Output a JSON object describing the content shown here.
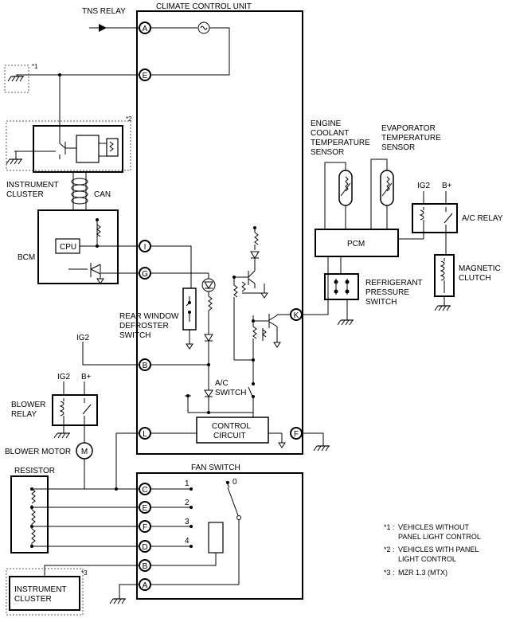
{
  "labels": {
    "tns_relay": "TNS RELAY",
    "climate_control_unit": "CLIMATE CONTROL UNIT",
    "instrument_cluster_1": "INSTRUMENT",
    "instrument_cluster_2": "CLUSTER",
    "can": "CAN",
    "bcm": "BCM",
    "cpu": "CPU",
    "rear_window_1": "REAR WINDOW",
    "rear_window_2": "DEFROSTER",
    "rear_window_3": "SWITCH",
    "ig2_b": "IG2",
    "ac_switch_1": "A/C",
    "ac_switch_2": "SWITCH",
    "control_circuit_1": "CONTROL",
    "control_circuit_2": "CIRCUIT",
    "ig2_blower": "IG2",
    "bplus_blower": "B+",
    "blower_relay_1": "BLOWER",
    "blower_relay_2": "RELAY",
    "blower_motor": "BLOWER MOTOR",
    "motor_m": "M",
    "resistor": "RESISTOR",
    "fan_switch": "FAN SWITCH",
    "engine_coolant_1": "ENGINE",
    "engine_coolant_2": "COOLANT",
    "engine_coolant_3": "TEMPERATURE",
    "engine_coolant_4": "SENSOR",
    "evaporator_1": "EVAPORATOR",
    "evaporator_2": "TEMPERATURE",
    "evaporator_3": "SENSOR",
    "ig2_ac": "IG2",
    "bplus_ac": "B+",
    "ac_relay": "A/C RELAY",
    "pcm": "PCM",
    "magnetic_1": "MAGNETIC",
    "magnetic_2": "CLUTCH",
    "refrigerant_1": "REFRIGERANT",
    "refrigerant_2": "PRESSURE",
    "refrigerant_3": "SWITCH",
    "instr_cluster_3a": "INSTRUMENT",
    "instr_cluster_3b": "CLUSTER",
    "fan_pos_0": "0",
    "fan_pos_1": "1",
    "fan_pos_2": "2",
    "fan_pos_3": "3",
    "fan_pos_4": "4"
  },
  "pins": {
    "A": "A",
    "E": "E",
    "I": "I",
    "G": "G",
    "B": "B",
    "L": "L",
    "K": "K",
    "F": "F",
    "fs_C": "C",
    "fs_E": "E",
    "fs_F": "F",
    "fs_D": "D",
    "fs_B": "B",
    "fs_A": "A"
  },
  "notes": {
    "mark1": "*1",
    "mark2": "*2",
    "mark3": "*3",
    "note1_mark": "*1 :",
    "note1_line1": "VEHICLES WITHOUT",
    "note1_line2": "PANEL LIGHT CONTROL",
    "note2_mark": "*2 :",
    "note2_line1": "VEHICLES WITH PANEL",
    "note2_line2": "LIGHT CONTROL",
    "note3_mark": "*3 :",
    "note3_line1": "MZR 1.3 (MTX)"
  }
}
